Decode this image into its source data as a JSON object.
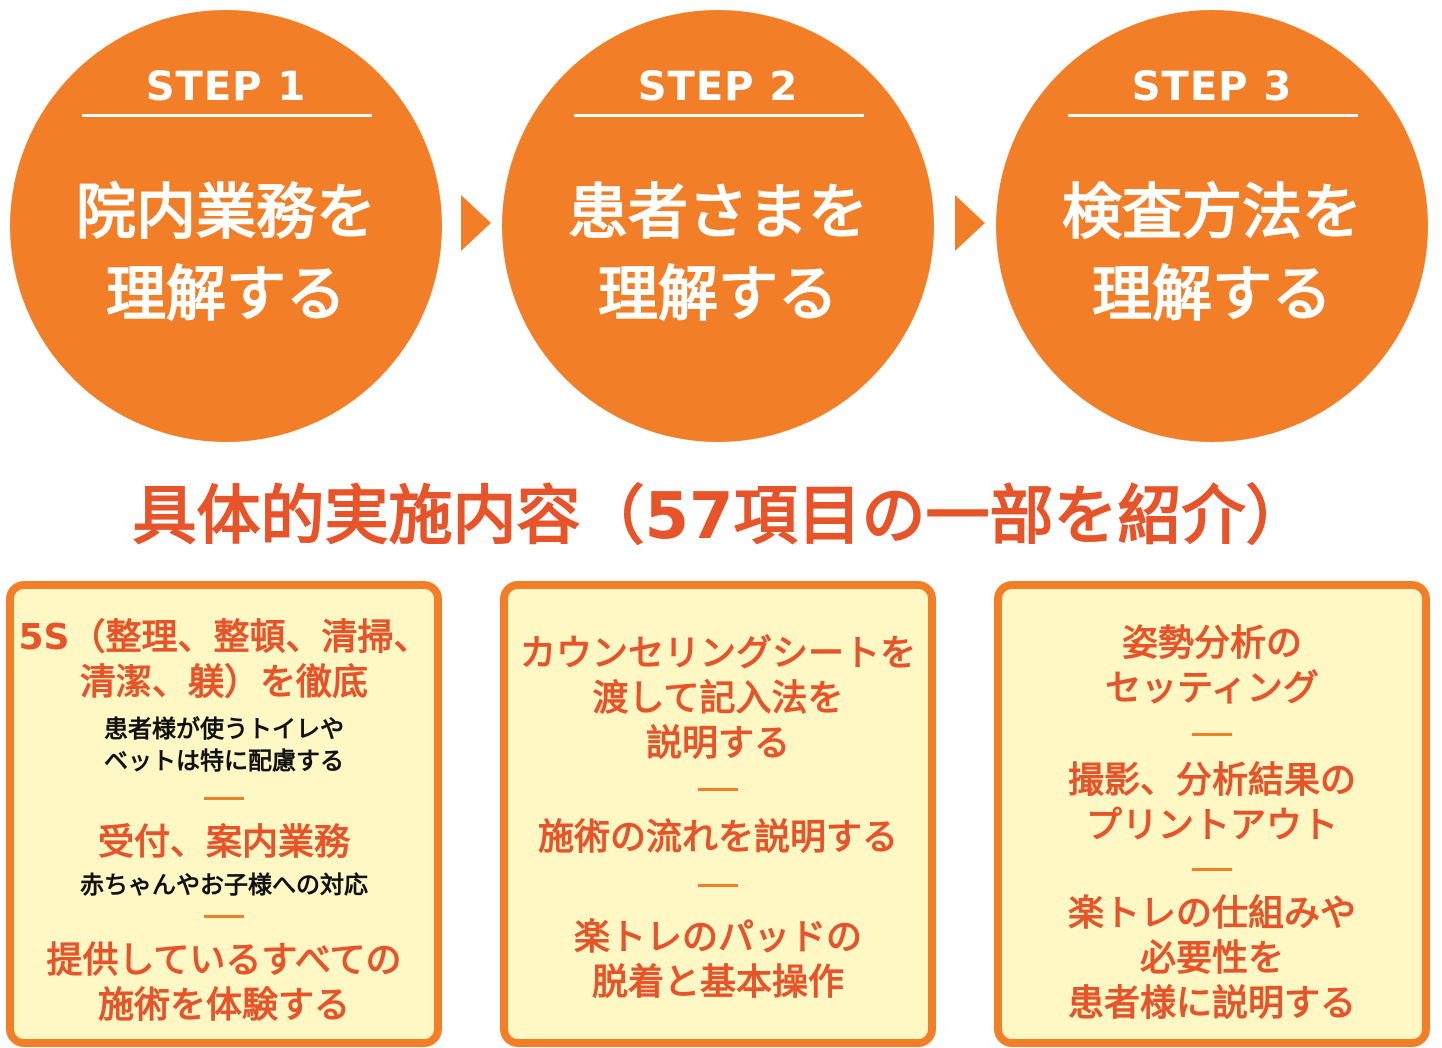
{
  "steps": [
    {
      "label": "STEP 1",
      "title_lines": [
        "院内業務を",
        "理解する"
      ]
    },
    {
      "label": "STEP 2",
      "title_lines": [
        "患者さまを",
        "理解する"
      ]
    },
    {
      "label": "STEP 3",
      "title_lines": [
        "検査方法を",
        "理解する"
      ]
    }
  ],
  "heading": "具体的実施内容（57項目の一部を紹介）",
  "boxes": [
    {
      "items": [
        {
          "title_lines": [
            "5S（整理、整頓、清掃、",
            "清潔、躾）を徹底"
          ],
          "note_lines": [
            "患者様が使うトイレや",
            "ベットは特に配慮する"
          ]
        },
        {
          "title_lines": [
            "受付、案内業務"
          ],
          "note_lines": [
            "赤ちゃんやお子様への対応"
          ]
        },
        {
          "title_lines": [
            "提供しているすべての",
            "施術を体験する"
          ]
        }
      ]
    },
    {
      "items": [
        {
          "title_lines": [
            "カウンセリングシートを",
            "渡して記入法を",
            "説明する"
          ]
        },
        {
          "title_lines": [
            "施術の流れを説明する"
          ]
        },
        {
          "title_lines": [
            "楽トレのパッドの",
            "脱着と基本操作"
          ]
        }
      ]
    },
    {
      "items": [
        {
          "title_lines": [
            "姿勢分析の",
            "セッティング"
          ]
        },
        {
          "title_lines": [
            "撮影、分析結果の",
            "プリントアウト"
          ]
        },
        {
          "title_lines": [
            "楽トレの仕組みや",
            "必要性を",
            "患者様に説明する"
          ]
        }
      ]
    }
  ],
  "colors": {
    "accent_orange": "#f27e27",
    "heading_red": "#e8542a",
    "box_fill": "#fff7c4"
  }
}
